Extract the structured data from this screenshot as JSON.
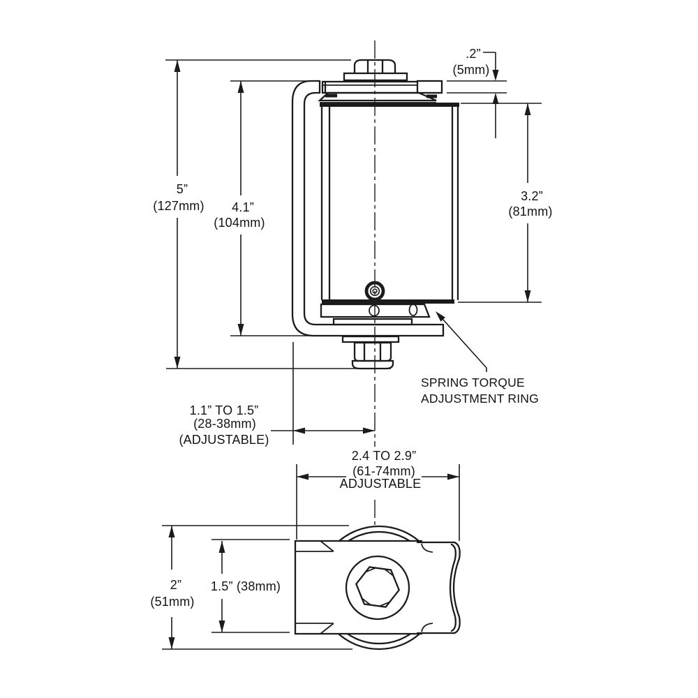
{
  "page": {
    "background": "#ffffff",
    "line_color": "#1b1b1b"
  },
  "side_view": {
    "overall_height_in": "5”",
    "overall_height_mm": "(127mm)",
    "bracket_height_in": "4.1”",
    "bracket_height_mm": "(104mm)",
    "plate_thickness_in": ".2”",
    "plate_thickness_mm": "(5mm)",
    "cylinder_height_in": "3.2”",
    "cylinder_height_mm": "(81mm)",
    "offset_range": "1.1” TO 1.5”",
    "offset_metric": "(28-38mm)",
    "offset_note": "(ADJUSTABLE)",
    "callout_line1": "SPRING TORQUE",
    "callout_line2": "ADJUSTMENT RING"
  },
  "top_view": {
    "width_range": "2.4 TO 2.9”",
    "width_metric": "(61-74mm)",
    "width_note": "ADJUSTABLE",
    "depth_in": "2”",
    "depth_mm": "(51mm)",
    "bracket_width": "1.5” (38mm)"
  }
}
